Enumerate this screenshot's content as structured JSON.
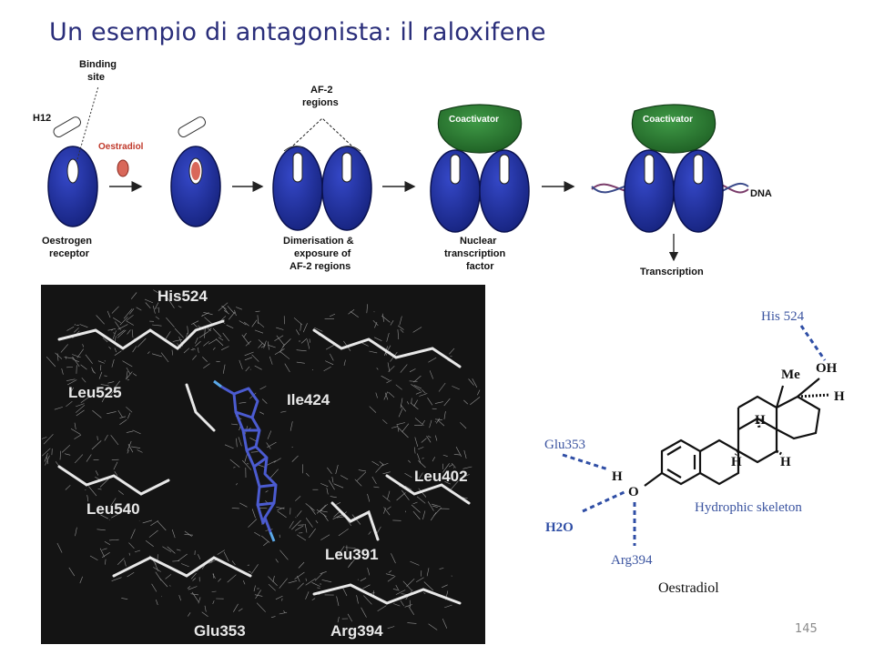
{
  "title": "Un esempio di antagonista: il raloxifene",
  "page_number": "145",
  "pathway": {
    "h12": "H12",
    "binding_site_1": "Binding",
    "binding_site_2": "site",
    "oestradiol": "Oestradiol",
    "af2_1": "AF-2",
    "af2_2": "regions",
    "coactivator": "Coactivator",
    "dna": "DNA",
    "transcription": "Transcription",
    "receptor_1": "Oestrogen",
    "receptor_2": "receptor",
    "dimer_1": "Dimerisation &",
    "dimer_2": "exposure of",
    "dimer_3": "AF-2 regions",
    "nuclear_1": "Nuclear",
    "nuclear_2": "transcription",
    "nuclear_3": "factor"
  },
  "density_map": {
    "labels": [
      "His524",
      "Leu525",
      "Ile424",
      "Leu402",
      "Leu540",
      "Leu391",
      "Glu353",
      "Arg394"
    ]
  },
  "chem": {
    "his524": "His 524",
    "oh": "OH",
    "me": "Me",
    "h": "H",
    "glu353": "Glu353",
    "h2o": "H2O",
    "arg394": "Arg394",
    "o": "O",
    "hydrophobic": "Hydrophic skeleton",
    "name": "Oestradiol"
  },
  "colors": {
    "title": "#2a2e7a",
    "receptor": "#1c2fa0",
    "coactivator": "#2e7d32",
    "oestradiol": "#d9685a",
    "chem_label": "#3b54a0",
    "density_bg": "#141414"
  }
}
